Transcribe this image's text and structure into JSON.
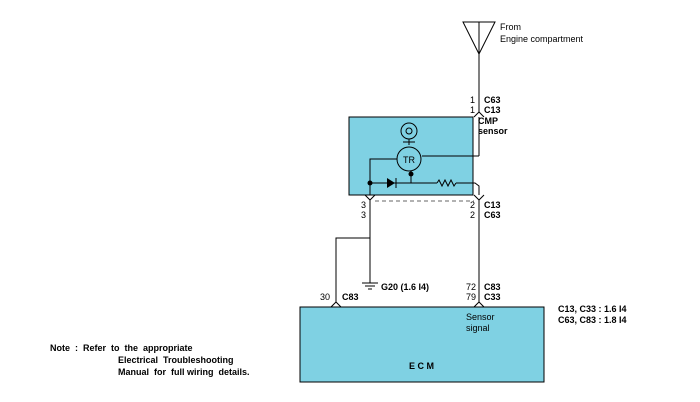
{
  "source": {
    "label_line1": "From",
    "label_line2": "Engine compartment"
  },
  "cmp_connector_top": {
    "pin_a": "1",
    "conn_a": "C63",
    "pin_b": "1",
    "conn_b": "C13"
  },
  "cmp_sensor": {
    "label_line1": "CMP",
    "label_line2": "sensor",
    "transistor_label": "TR"
  },
  "cmp_connector_bottom": {
    "left_pin_a": "3",
    "left_pin_b": "3",
    "right_pin_a": "2",
    "right_conn_a": "C13",
    "right_pin_b": "2",
    "right_conn_b": "C63"
  },
  "ground": {
    "label": "G20  (1.6  I4)"
  },
  "ecm_connectors": {
    "left_pin": "30",
    "left_conn": "C83",
    "right_pin_a": "72",
    "right_conn_a": "C83",
    "right_pin_b": "79",
    "right_conn_b": "C33"
  },
  "ecm": {
    "label": "E   C   M",
    "signal_line1": "Sensor",
    "signal_line2": "signal"
  },
  "legend": {
    "line1": "C13,  C33  :  1.6  I4",
    "line2": "C63,  C83  :  1.8  I4"
  },
  "note": {
    "line1": "Note  :  Refer  to  the  appropriate",
    "line2": "Electrical  Troubleshooting",
    "line3": "Manual  for  full wiring  details."
  },
  "colors": {
    "box_fill": "#7fd1e3",
    "wire": "#000000"
  }
}
